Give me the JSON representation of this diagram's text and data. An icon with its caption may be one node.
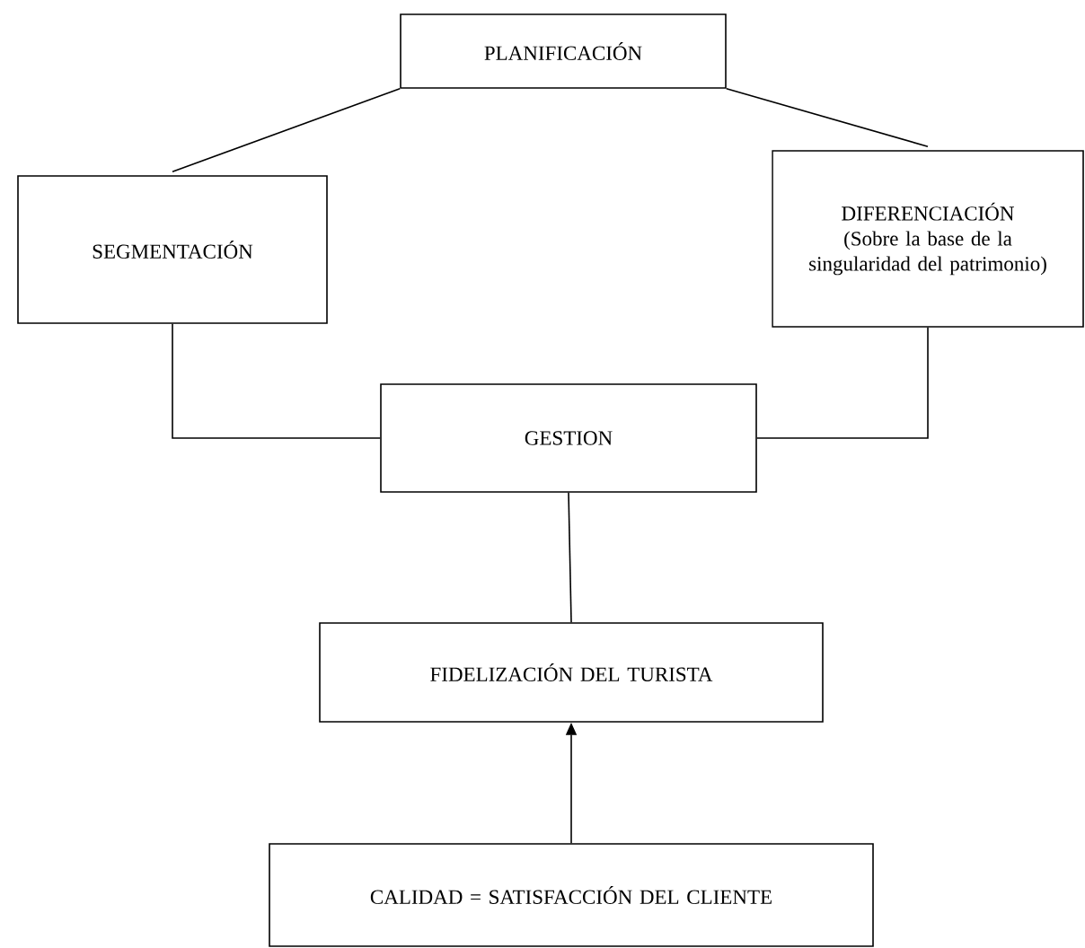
{
  "diagram": {
    "nodes": [
      {
        "text": [
          "PLANIFICACIÓN"
        ]
      },
      {
        "text": [
          "SEGMENTACIÓN"
        ]
      },
      {
        "text": [
          "DIFERENCIACIÓN",
          "(Sobre la base de la singularidad del patrimonio)"
        ]
      },
      {
        "text": [
          "GESTION"
        ]
      },
      {
        "text": [
          "FIDELIZACIÓN DEL TURISTA"
        ]
      },
      {
        "text": [
          "CALIDAD = SATISFACCIÓN DEL CLIENTE"
        ]
      }
    ],
    "edges": [
      {
        "from": 0,
        "to": 1,
        "arrow": "none"
      },
      {
        "from": 0,
        "to": 2,
        "arrow": "none"
      },
      {
        "from": 1,
        "to": 3,
        "arrow": "none"
      },
      {
        "from": 2,
        "to": 3,
        "arrow": "none"
      },
      {
        "from": 3,
        "to": 4,
        "arrow": "none"
      },
      {
        "from": 5,
        "to": 4,
        "arrow": "to"
      }
    ]
  }
}
